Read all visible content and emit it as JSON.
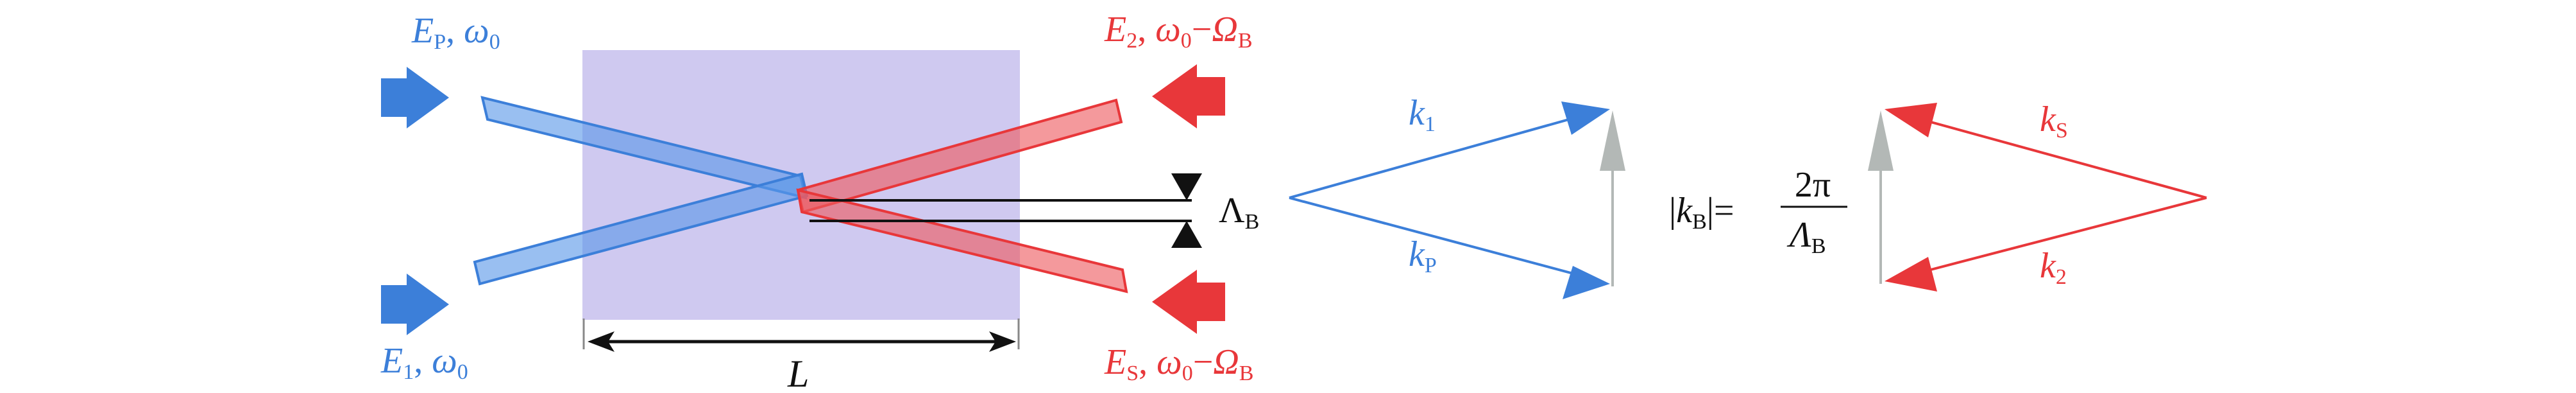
{
  "colors": {
    "blue": "#3c7fd9",
    "blue_beam": "#5b97e8",
    "red": "#e8373a",
    "red_beam": "#ee5a5f",
    "medium": "#cfc9f0",
    "gray_arrow": "#b3b8b6",
    "black": "#111111"
  },
  "beams": {
    "pump": {
      "field": "E",
      "sub": "P",
      "freq": "ω",
      "freq_sub": "0"
    },
    "probe1": {
      "field": "E",
      "sub": "1",
      "freq": "ω",
      "freq_sub": "0"
    },
    "beam2": {
      "field": "E",
      "sub": "2",
      "freq": "ω",
      "freq_sub": "0",
      "minus": "−",
      "shift": "Ω",
      "shift_sub": "B"
    },
    "stokes": {
      "field": "E",
      "sub": "S",
      "freq": "ω",
      "freq_sub": "0",
      "minus": "−",
      "shift": "Ω",
      "shift_sub": "B"
    }
  },
  "grating": {
    "symbol": "Λ",
    "sub": "B"
  },
  "medium_length": {
    "symbol": "L"
  },
  "vectors_left": {
    "k1": {
      "symbol": "k",
      "sub": "1"
    },
    "kP": {
      "symbol": "k",
      "sub": "P"
    }
  },
  "vectors_right": {
    "kS": {
      "symbol": "k",
      "sub": "S"
    },
    "k2": {
      "symbol": "k",
      "sub": "2"
    }
  },
  "equation": {
    "bar_left": "|",
    "k": "k",
    "k_sub": "B",
    "bar_right": "|",
    "equals": "=",
    "numerator": "2π",
    "denominator": "Λ",
    "denominator_sub": "B"
  },
  "icons": [
    "arrowhead-icon",
    "input-arrow-icon",
    "double-arrow-icon"
  ]
}
